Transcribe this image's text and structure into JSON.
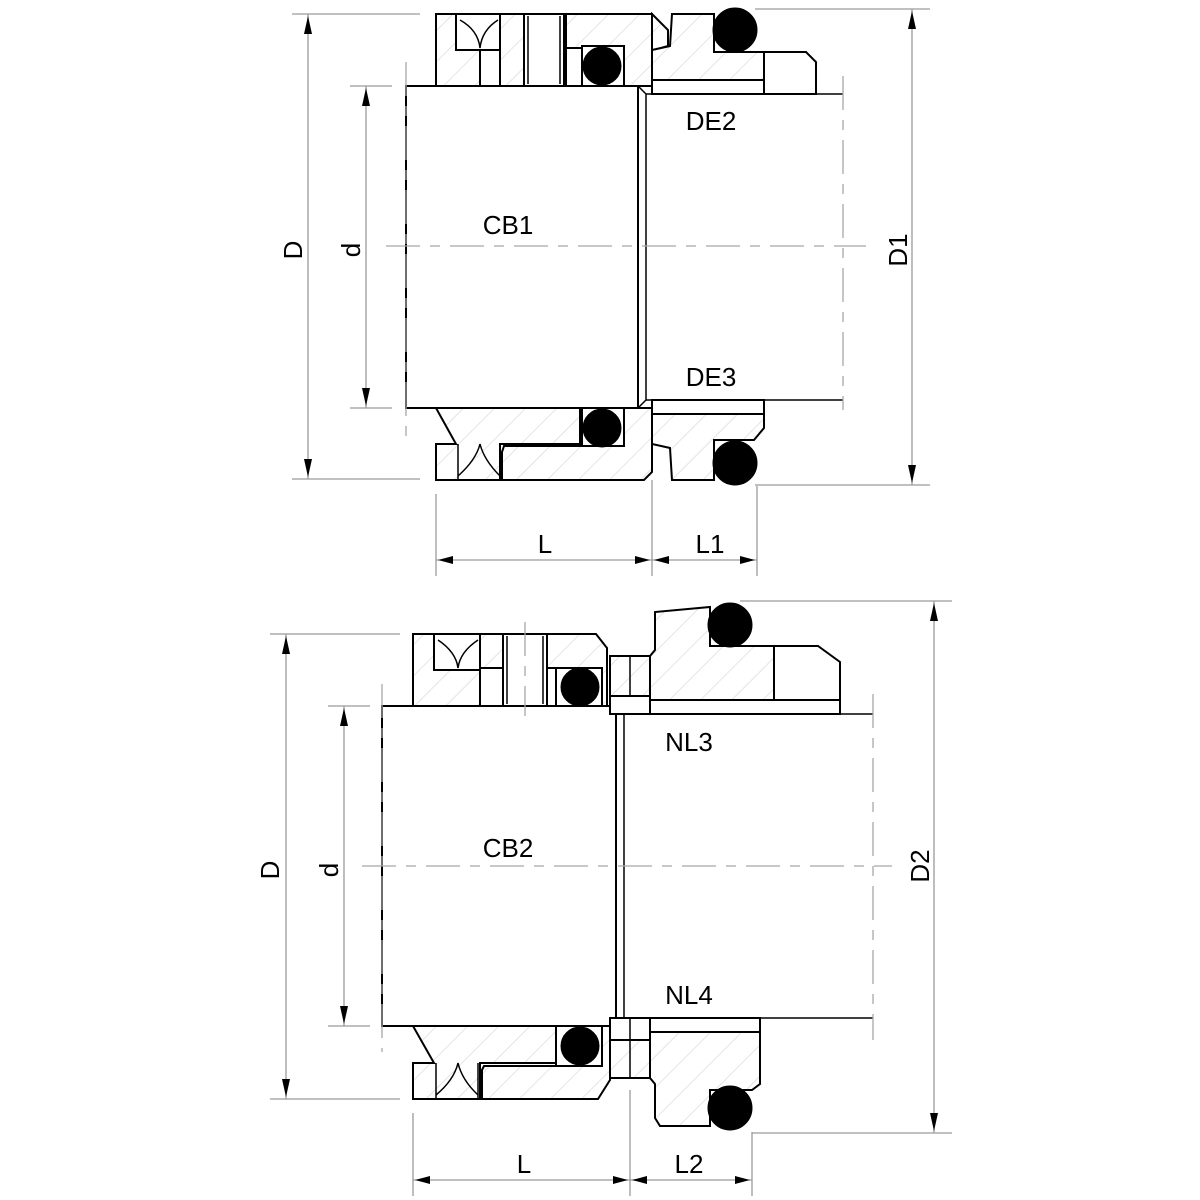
{
  "figures": [
    {
      "id": "top",
      "part_label": "CB1",
      "seat_labels": [
        "DE2",
        "DE3"
      ],
      "dimensions": {
        "outer_diameter": "D",
        "shaft_diameter": "d",
        "seat_diameter": "D1",
        "length": "L",
        "seat_length": "L1"
      }
    },
    {
      "id": "bottom",
      "part_label": "CB2",
      "seat_labels": [
        "NL3",
        "NL4"
      ],
      "dimensions": {
        "outer_diameter": "D",
        "shaft_diameter": "d",
        "seat_diameter": "D2",
        "length": "L",
        "seat_length": "L2"
      }
    }
  ],
  "colors": {
    "line": "#000000",
    "dimension_line": "#9a9a9a",
    "background": "#ffffff"
  }
}
